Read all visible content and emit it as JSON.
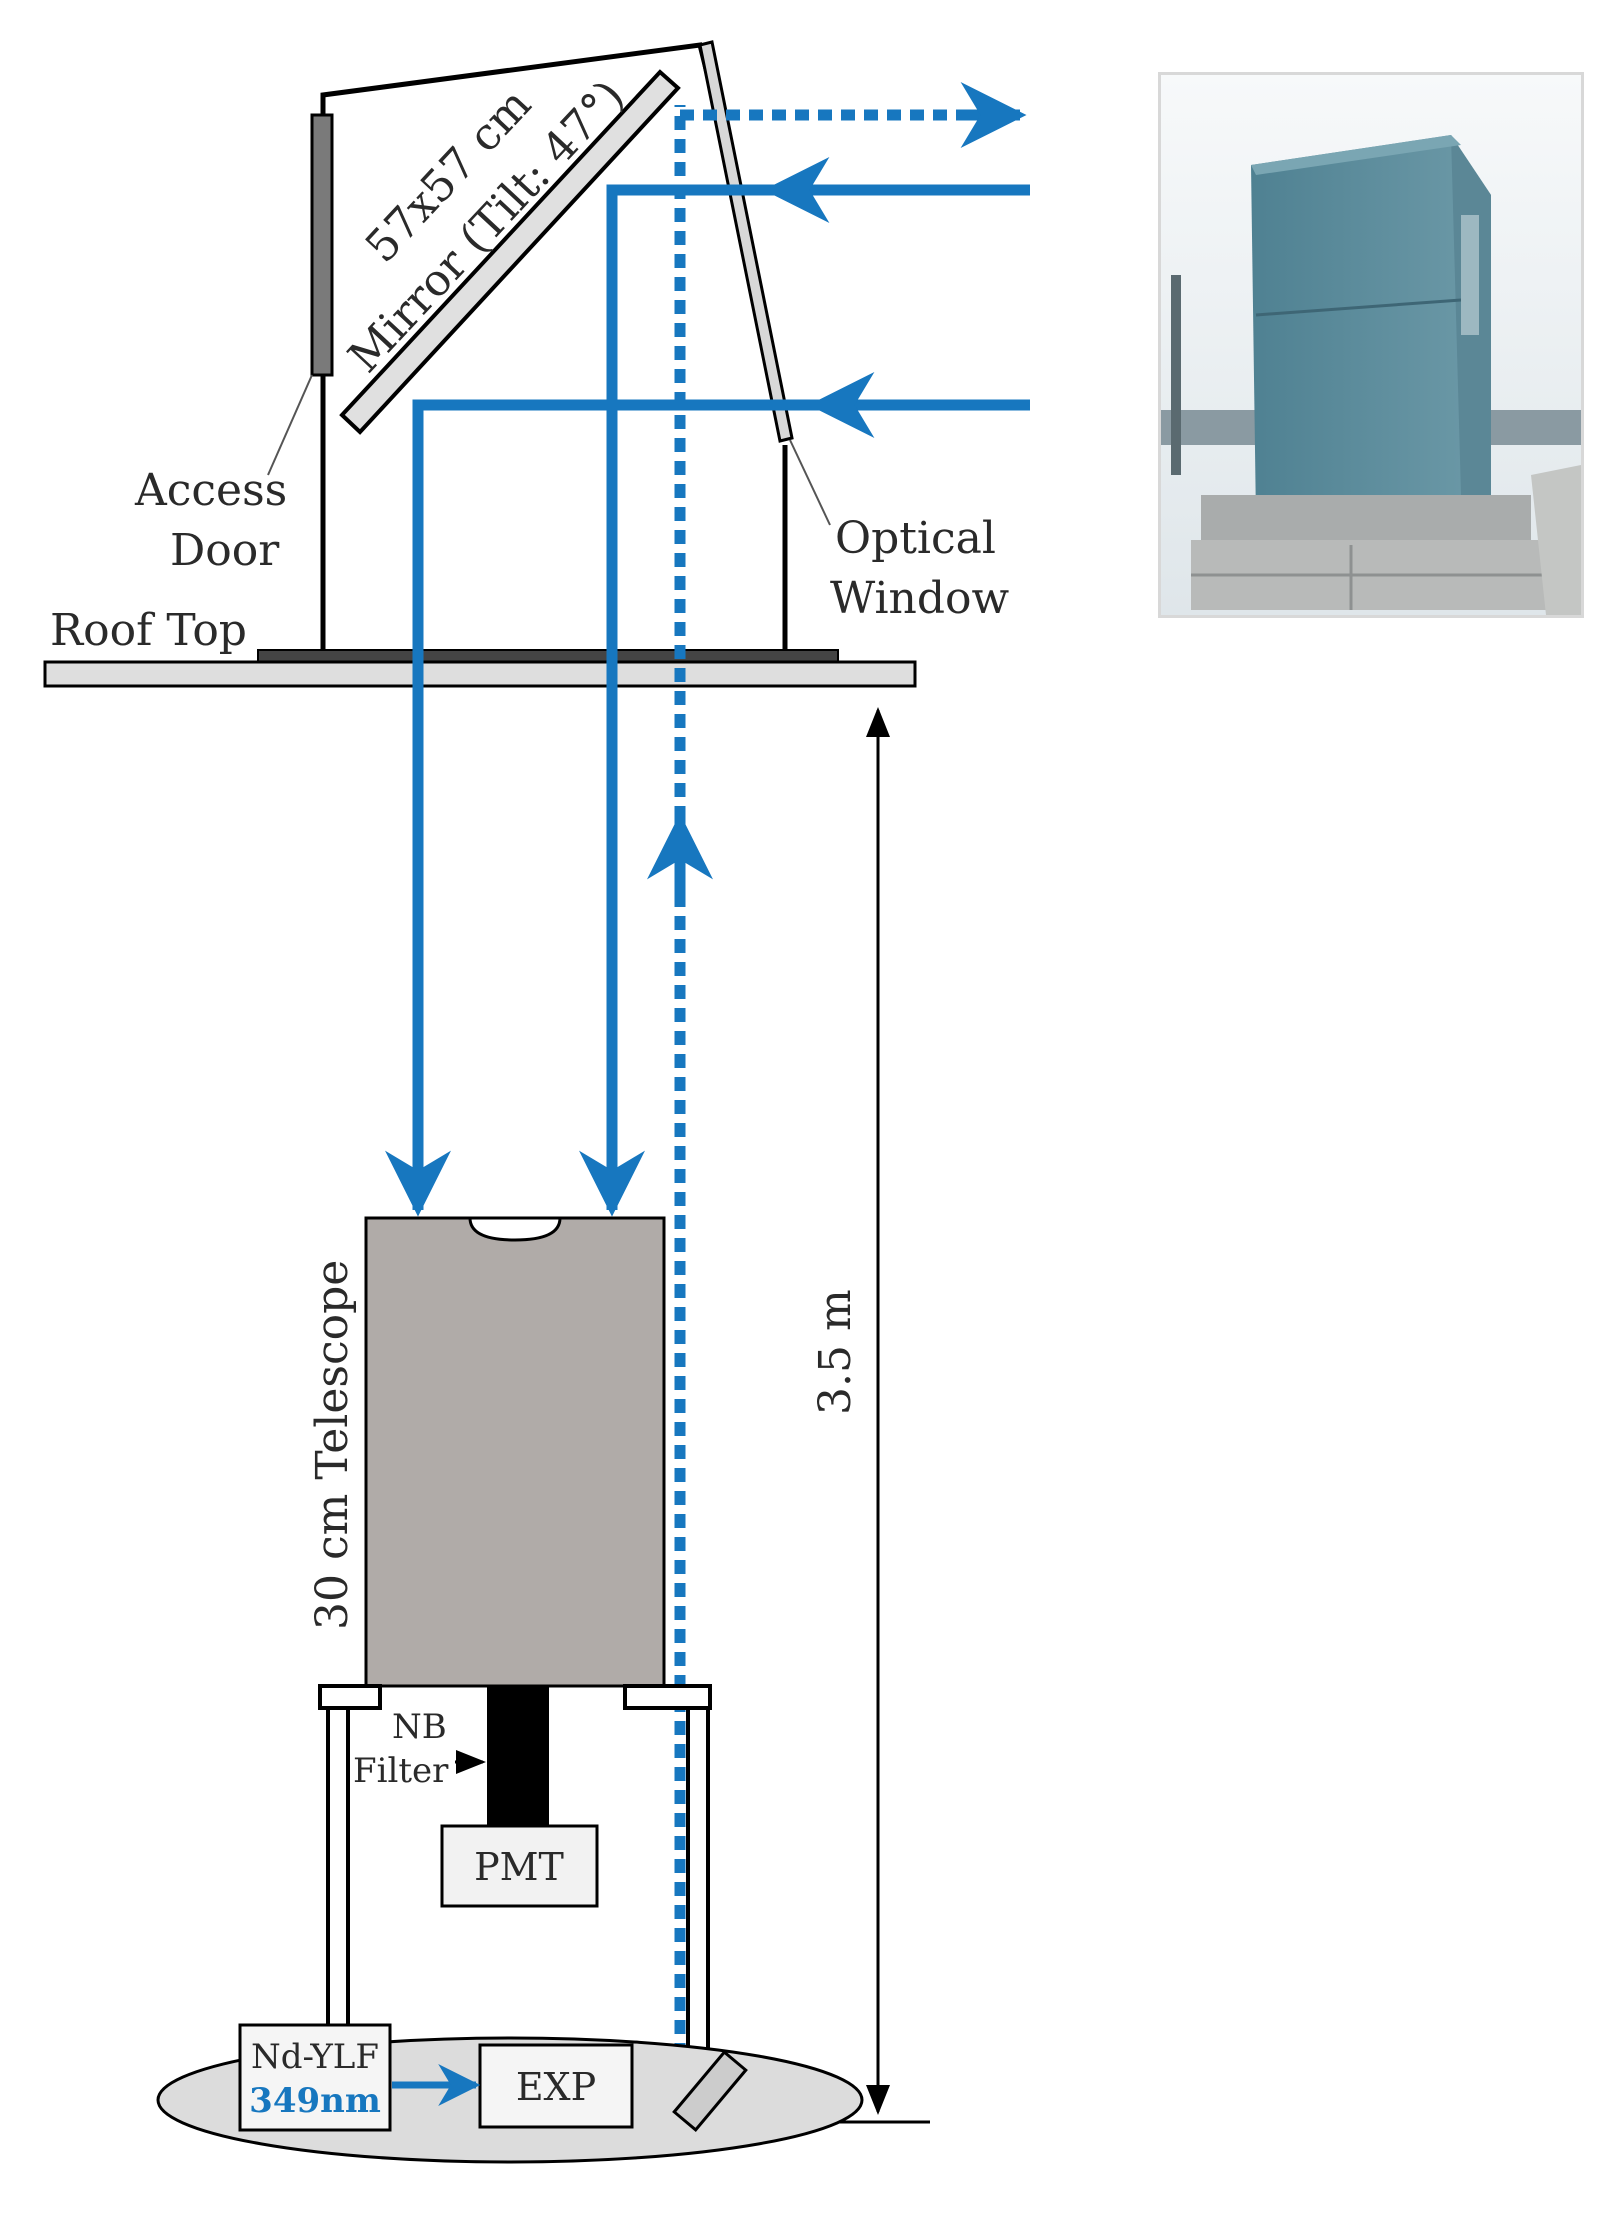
{
  "labels": {
    "mirror_line1": "57x57 cm",
    "mirror_line2": "Mirror (Tilt: 47°)",
    "access_line1": "Access",
    "access_line2": "Door",
    "optical_line1": "Optical",
    "optical_line2": "Window",
    "roof_top": "Roof Top",
    "height": "3.5 m",
    "telescope": "30 cm Telescope",
    "nb_line1": "NB",
    "nb_line2": "Filter",
    "pmt": "PMT",
    "laser_line1": "Nd-YLF",
    "laser_line2": "349nm",
    "exp": "EXP"
  },
  "colors": {
    "beam": "#1777bf",
    "laser_text": "#1777bf",
    "telescope_body": "#b0aba8",
    "base_platform": "#dcdcdc"
  }
}
